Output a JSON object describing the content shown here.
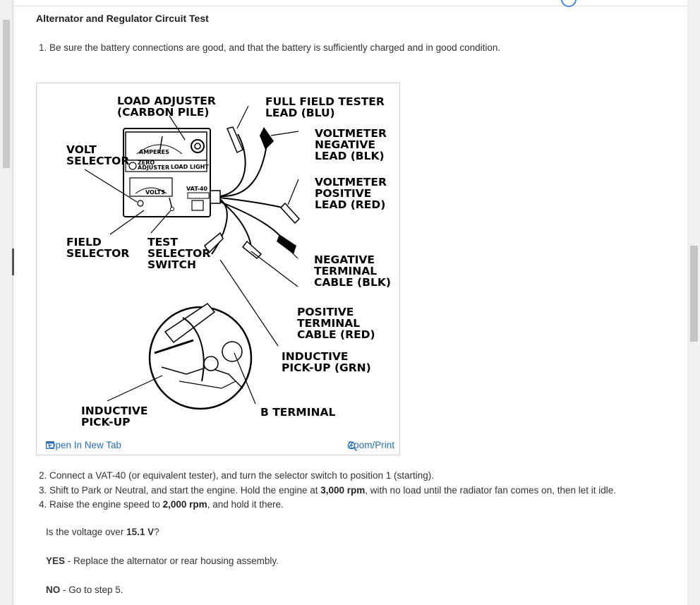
{
  "page": {
    "title": "Alternator and Regulator Circuit Test",
    "step1": "1. Be sure the battery connections are good, and that the battery is sufficiently charged and in good condition."
  },
  "figure": {
    "labels": {
      "load_adjuster_1": "LOAD ADJUSTER",
      "load_adjuster_2": "(CARBON PILE)",
      "full_field_1": "FULL FIELD TESTER",
      "full_field_2": "LEAD (BLU)",
      "vm_neg_1": "VOLTMETER",
      "vm_neg_2": "NEGATIVE",
      "vm_neg_3": "LEAD (BLK)",
      "volt_sel_1": "VOLT",
      "volt_sel_2": "SELECTOR",
      "vm_pos_1": "VOLTMETER",
      "vm_pos_2": "POSITIVE",
      "vm_pos_3": "LEAD (RED)",
      "field_sel_1": "FIELD",
      "field_sel_2": "SELECTOR",
      "test_sel_1": "TEST",
      "test_sel_2": "SELECTOR",
      "test_sel_3": "SWITCH",
      "neg_term_1": "NEGATIVE",
      "neg_term_2": "TERMINAL",
      "neg_term_3": "CABLE (BLK)",
      "pos_term_1": "POSITIVE",
      "pos_term_2": "TERMINAL",
      "pos_term_3": "CABLE (RED)",
      "ind_grn_1": "INDUCTIVE",
      "ind_grn_2": "PICK-UP (GRN)",
      "b_terminal": "B TERMINAL",
      "ind_1": "INDUCTIVE",
      "ind_2": "PICK-UP",
      "amperes": "AMPERES",
      "zero": "ZERO",
      "adjuster": "ADJUSTER",
      "load_light": "LOAD LIGHT",
      "volts": "VOLTS",
      "vat": "VAT-40"
    },
    "open_tab": "Open In New Tab",
    "zoom_print": "Zoom/Print"
  },
  "steps": {
    "s2": "2. Connect a VAT-40 (or equivalent tester), and turn the selector switch to position 1 (starting).",
    "s3_a": "3. Shift to Park or Neutral, and start the engine. Hold the engine at ",
    "s3_b": "3,000 rpm",
    "s3_c": ", with no load until the radiator fan comes on, then let it idle.",
    "s4_a": "4. Raise the engine speed to ",
    "s4_b": "2,000 rpm",
    "s4_c": ", and hold it there."
  },
  "question": {
    "a": "Is the voltage over ",
    "b": "15.1 V",
    "c": "?"
  },
  "yes": {
    "label": "YES",
    "text": " - Replace the alternator or rear housing assembly."
  },
  "no": {
    "label": "NO",
    "text": " - Go to step 5."
  }
}
